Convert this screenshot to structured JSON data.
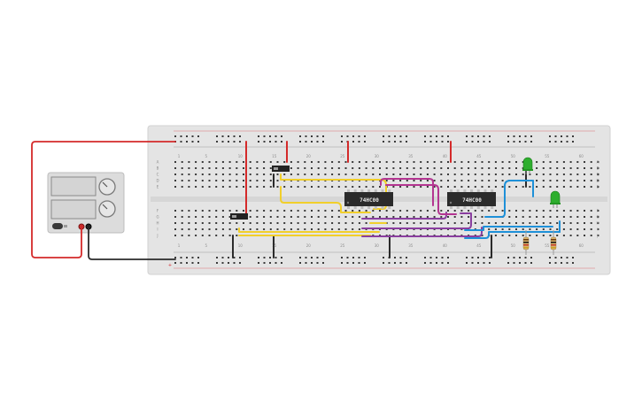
{
  "canvas": {
    "background": "#ffffff"
  },
  "breadboard": {
    "body_color": "#e4e4e4",
    "hole_color": "#3a3a3a",
    "rail_positive_color": "#d7262b",
    "rail_negative_color": "#555555",
    "top_column_numbers": [
      "1",
      "5",
      "10",
      "15",
      "20",
      "25",
      "30",
      "35",
      "40",
      "45",
      "50",
      "55",
      "60"
    ],
    "bottom_column_numbers": [
      "1",
      "5",
      "10",
      "15",
      "20",
      "25",
      "30",
      "35",
      "40",
      "45",
      "50",
      "55",
      "60"
    ],
    "row_letters_top": [
      "A",
      "B",
      "C",
      "D",
      "E"
    ],
    "row_letters_bottom": [
      "F",
      "G",
      "H",
      "I",
      "J"
    ]
  },
  "power_supply": {
    "body_color": "#dcdcdc",
    "display_color": "#d4d4d4",
    "knob_color": "#e6e6e6",
    "positive_terminal_color": "#cc2a2a",
    "negative_terminal_color": "#222222",
    "power_switch_icon": "toggle-switch-icon"
  },
  "chips": [
    {
      "label": "74HC00",
      "color": "#2b2b2b"
    },
    {
      "label": "74HC00",
      "color": "#2b2b2b"
    }
  ],
  "switches": [
    {
      "icon": "slide-switch-icon",
      "color": "#222222"
    },
    {
      "icon": "slide-switch-icon",
      "color": "#222222"
    }
  ],
  "leds": [
    {
      "icon": "green-led-icon",
      "color": "#2eae2e"
    },
    {
      "icon": "green-led-icon",
      "color": "#2eae2e"
    }
  ],
  "resistors": [
    {
      "icon": "resistor-icon",
      "color": "#d9b36a"
    },
    {
      "icon": "resistor-icon",
      "color": "#d9b36a"
    }
  ],
  "wire_colors": {
    "red": "#d42a2a",
    "black": "#2b2b2b",
    "yellow": "#f1cf2b",
    "purple": "#8a3f9f",
    "magenta": "#b43591",
    "blue": "#1e90d8"
  }
}
